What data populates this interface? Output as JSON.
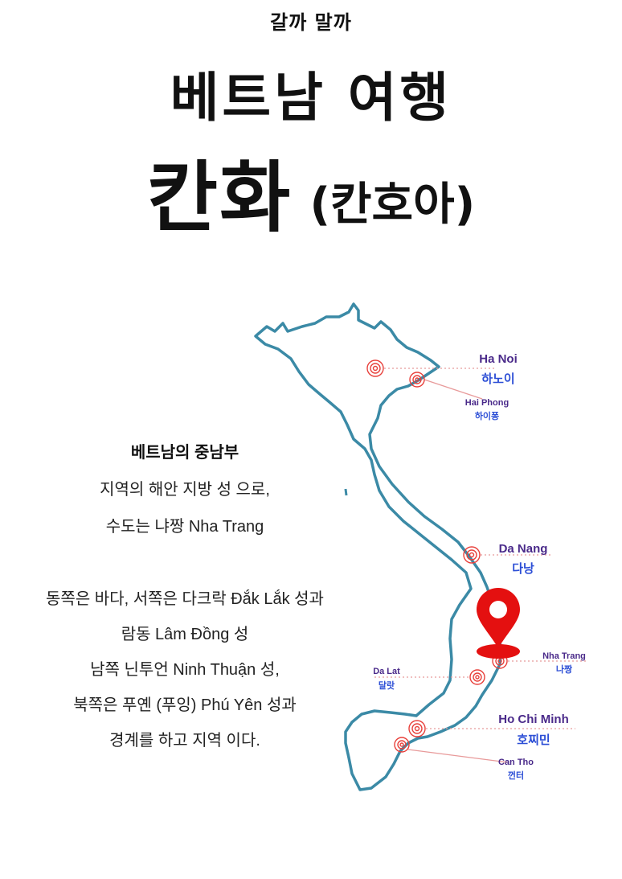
{
  "header": {
    "subtitle": "갈까 말까",
    "title_line1": "베트남 여행",
    "title_main": "칸화",
    "title_paren": "(칸호아)"
  },
  "description": {
    "lines": [
      "베트남의 중남부",
      "지역의 해안 지방 성 으로,",
      "수도는 냐짱 Nha Trang",
      "동쪽은 바다, 서쪽은 다크락 Đắk Lắk 성과",
      "람동 Lâm Đồng 성",
      "남쪽 닌투언 Ninh Thuận 성,",
      "북쪽은 푸옌 (푸잉) Phú Yên 성과",
      "경계를 하고 지역 이다."
    ]
  },
  "map": {
    "colors": {
      "outline": "#3b8aa6",
      "marker": "#e8403b",
      "pin": "#e41010",
      "leader": "#e89a9a"
    },
    "cities": [
      {
        "en": "Ha Noi",
        "ko": "하노이"
      },
      {
        "en": "Hai Phong",
        "ko": "하이퐁"
      },
      {
        "en": "Da Nang",
        "ko": "다낭"
      },
      {
        "en": "Nha Trang",
        "ko": "나짱"
      },
      {
        "en": "Da Lat",
        "ko": "달랏"
      },
      {
        "en": "Ho Chi Minh",
        "ko": "호찌민"
      },
      {
        "en": "Can Tho",
        "ko": "껀터"
      }
    ]
  }
}
